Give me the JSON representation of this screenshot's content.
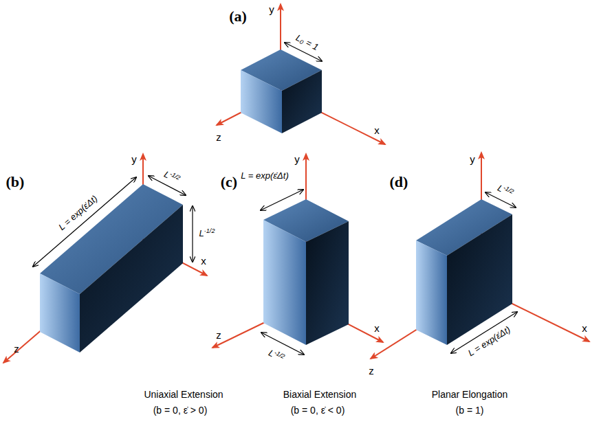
{
  "diagram": {
    "labels": [
      "(a)",
      "y",
      "L₀ = 1",
      "x",
      "z",
      "(b)",
      "y",
      "L = exp(ε̇Δt)",
      "L-1/2",
      "L-1/2",
      "x",
      "z",
      "Uniaxial Extension",
      "(b = 0, ε̇ > 0)",
      "(c)",
      "y",
      "L = exp(ε̇Δt)",
      "x",
      "L-1/2",
      "z",
      "Biaxial Extension",
      "(b = 0, ε̇ < 0)",
      "(d)",
      "y",
      "L-1/2",
      "x",
      "L = exp(ε̇Δt)",
      "z",
      "Planar Elongation",
      "(b = 1)"
    ]
  }
}
